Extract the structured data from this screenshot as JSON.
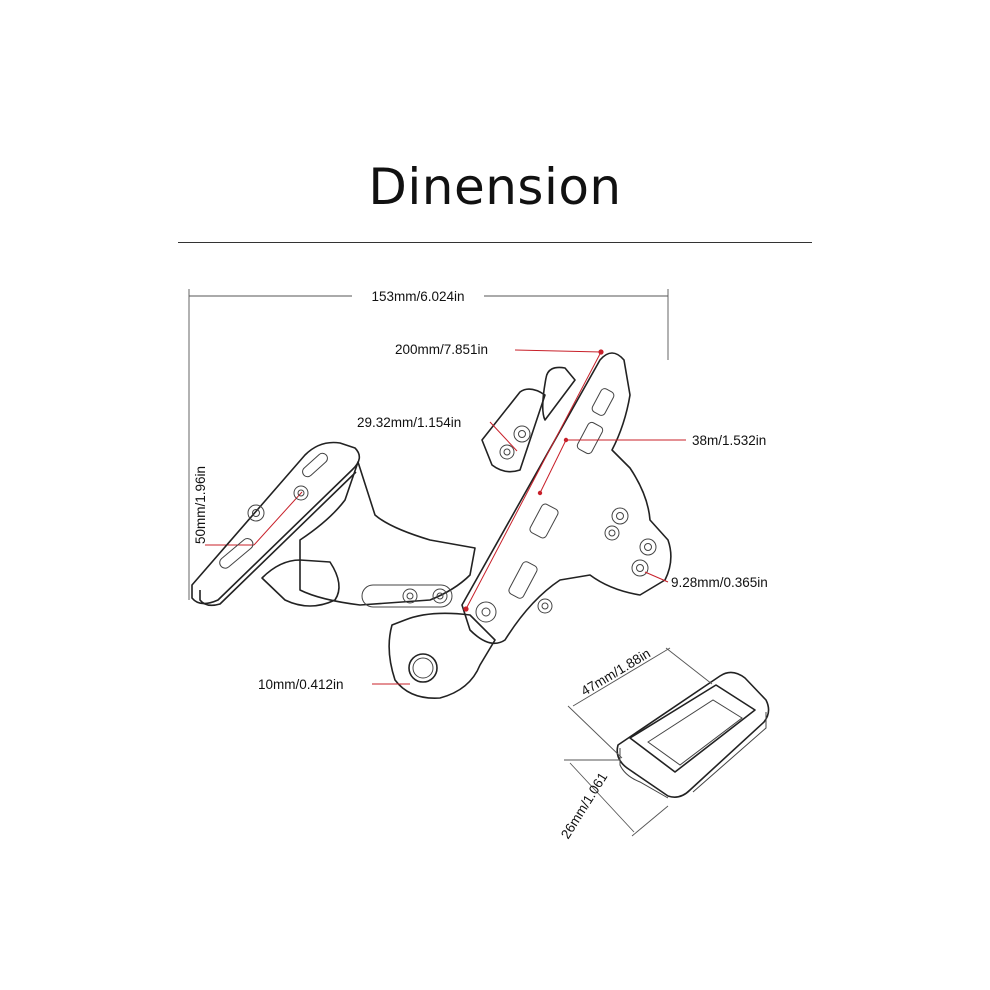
{
  "header": {
    "title": "Dinension"
  },
  "dimensions": {
    "overall_width": "153mm/6.024in",
    "arm_length": "200mm/7.851in",
    "hole_spacing": "29.32mm/1.154in",
    "slot_width": "38m/1.532in",
    "plate_height": "50mm/1.96in",
    "mount_hole": "9.28mm/0.365in",
    "clamp_hole": "10mm/0.412in",
    "block_length": "47mm/1.88in",
    "block_width": "26mm/1.061"
  },
  "colors": {
    "accent": "#c8202a",
    "line": "#222222"
  }
}
